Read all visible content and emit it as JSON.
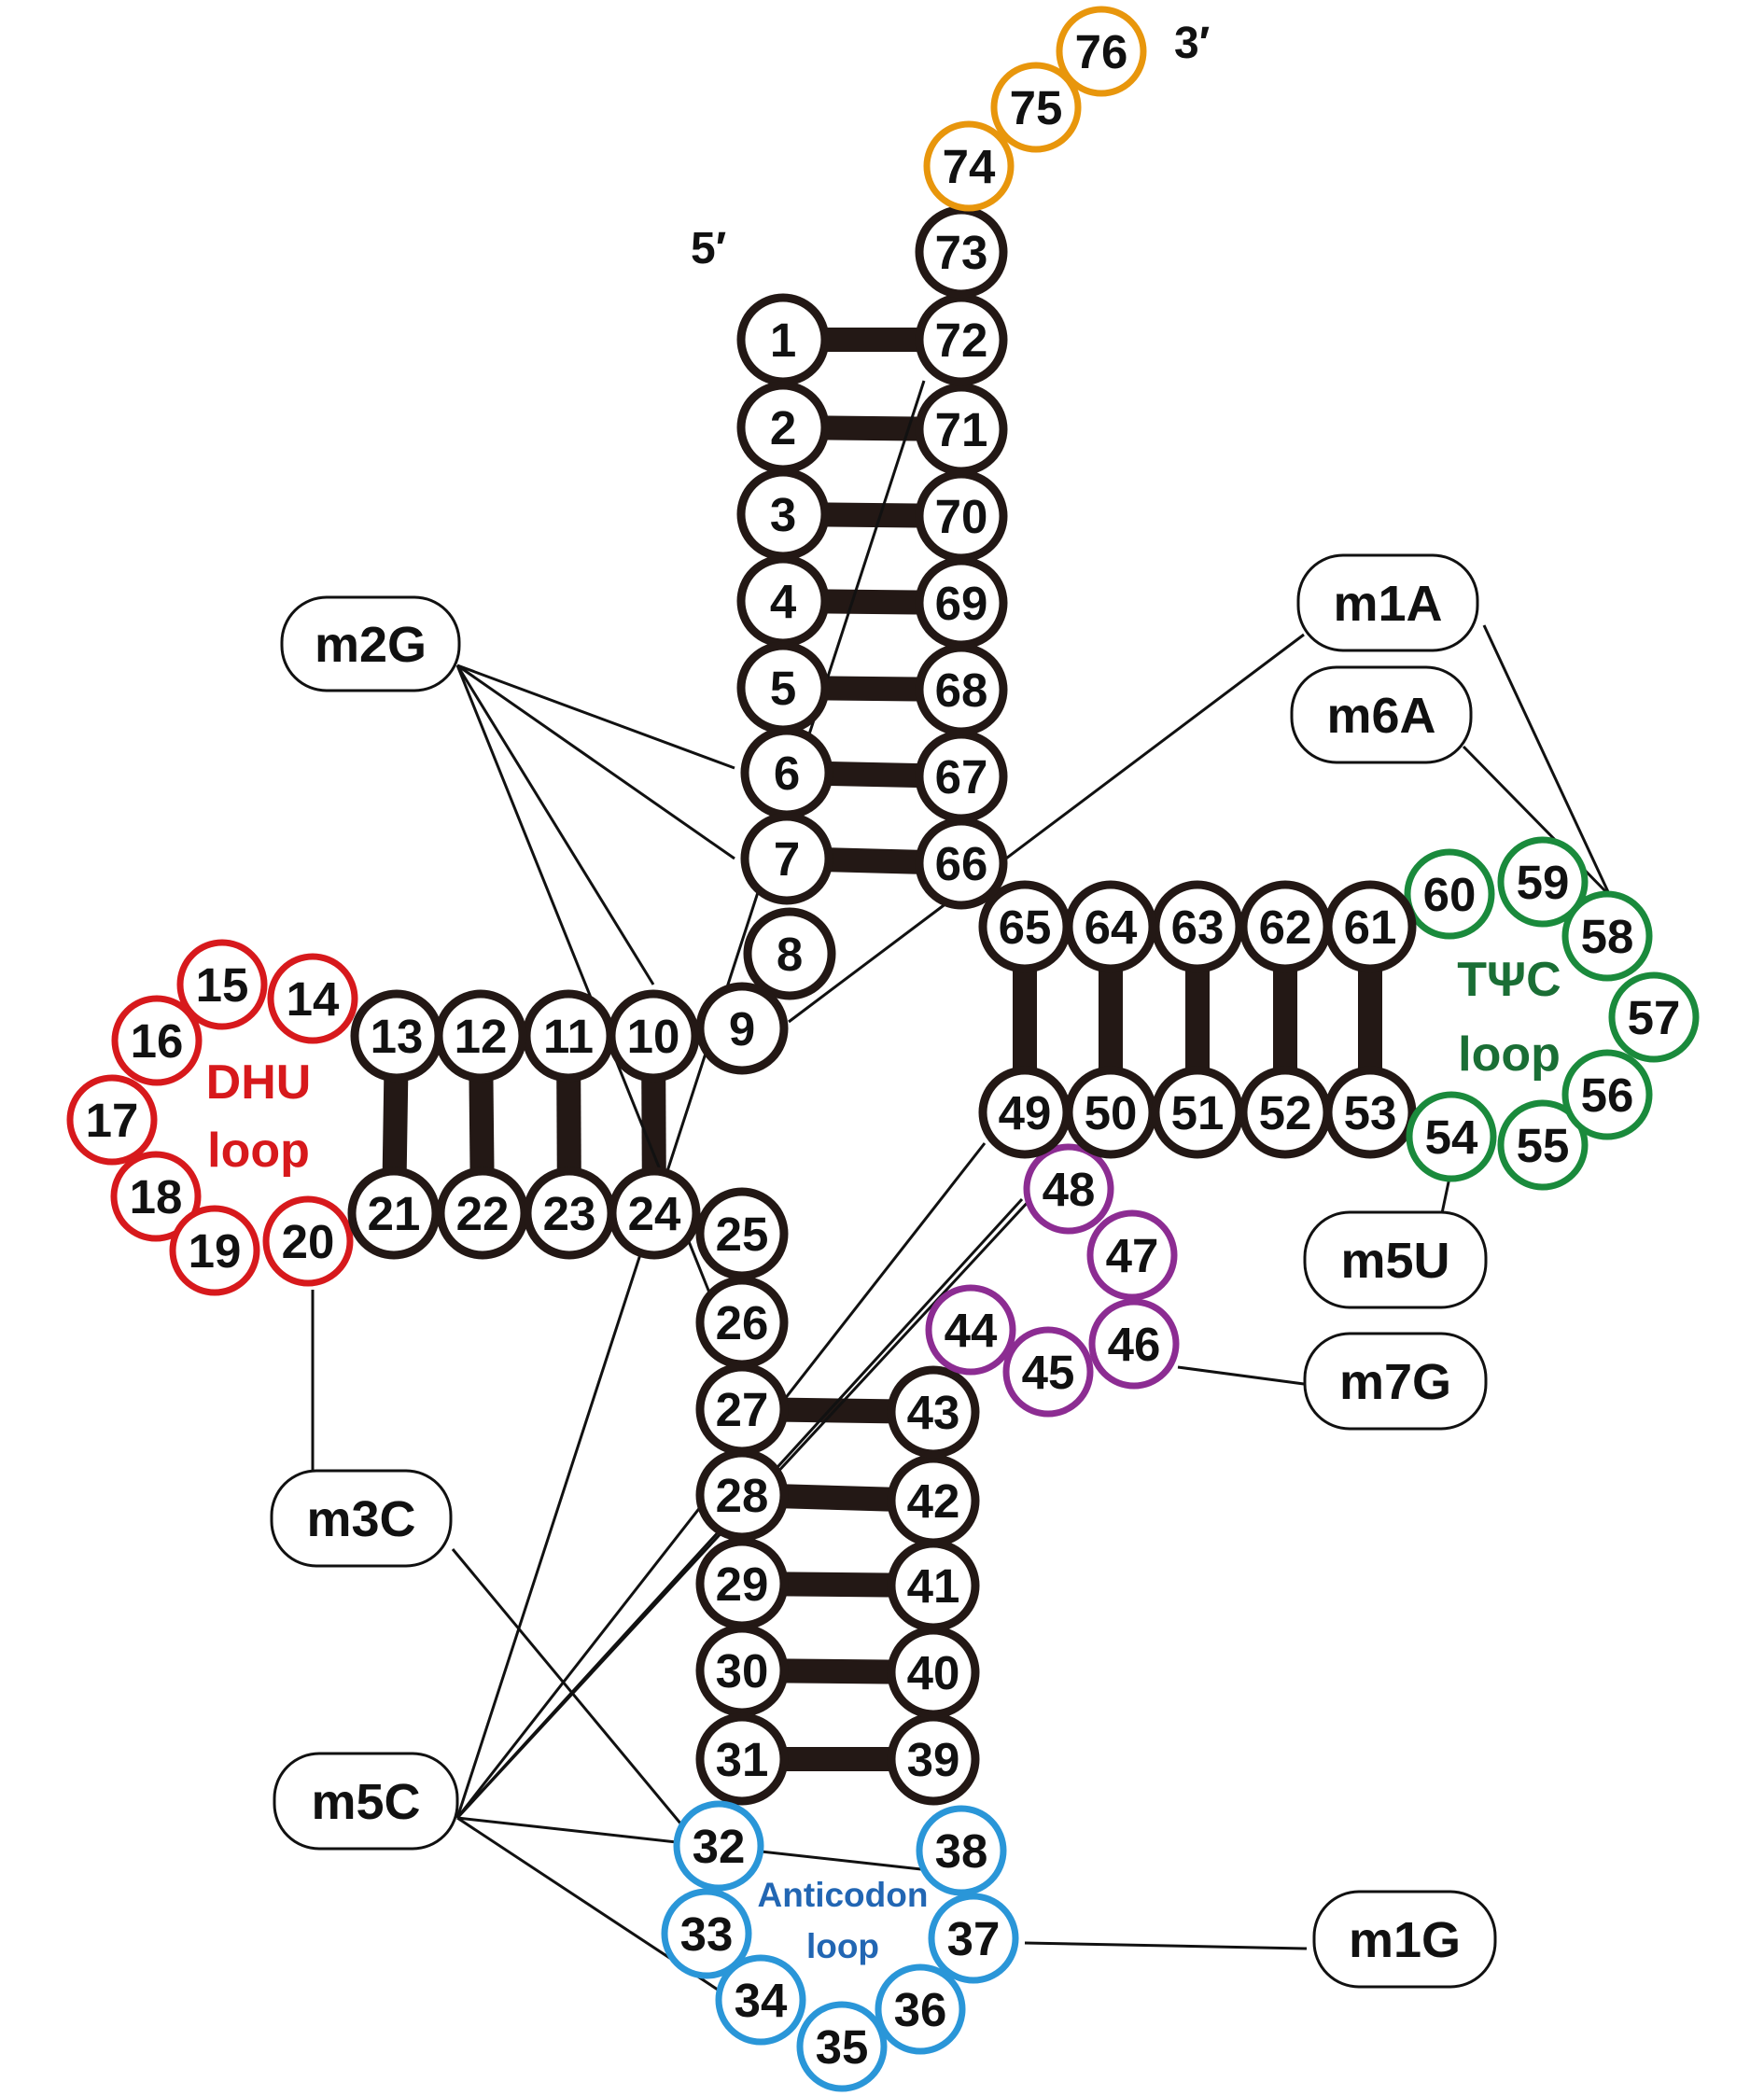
{
  "ends": {
    "five_prime": "5′",
    "three_prime": "3′"
  },
  "regions": {
    "dhu": {
      "line1": "DHU",
      "line2": "loop",
      "color": "#d7191c"
    },
    "tpsic": {
      "line1": "TΨC",
      "line2": "loop",
      "color": "#1a8a3c"
    },
    "anticodon": {
      "line1": "Anticodon",
      "line2": "loop",
      "color": "#2a96d8"
    },
    "variable": {
      "color": "#8c2c92"
    },
    "cca": {
      "color": "#e8960c"
    },
    "stem": {
      "color": "#231815"
    }
  },
  "nucleotides": [
    "1",
    "2",
    "3",
    "4",
    "5",
    "6",
    "7",
    "8",
    "9",
    "10",
    "11",
    "12",
    "13",
    "14",
    "15",
    "16",
    "17",
    "18",
    "19",
    "20",
    "21",
    "22",
    "23",
    "24",
    "25",
    "26",
    "27",
    "28",
    "29",
    "30",
    "31",
    "32",
    "33",
    "34",
    "35",
    "36",
    "37",
    "38",
    "39",
    "40",
    "41",
    "42",
    "43",
    "44",
    "45",
    "46",
    "47",
    "48",
    "49",
    "50",
    "51",
    "52",
    "53",
    "54",
    "55",
    "56",
    "57",
    "58",
    "59",
    "60",
    "61",
    "62",
    "63",
    "64",
    "65",
    "66",
    "67",
    "68",
    "69",
    "70",
    "71",
    "72",
    "73",
    "74",
    "75",
    "76"
  ],
  "modifications": {
    "m2G": {
      "label": "m2G",
      "targets": [
        6,
        7,
        10,
        26
      ]
    },
    "m1A": {
      "label": "m1A",
      "targets": [
        9,
        58
      ]
    },
    "m6A": {
      "label": "m6A",
      "targets": [
        58
      ]
    },
    "m3C": {
      "label": "m3C",
      "targets": [
        20,
        32
      ]
    },
    "m5C": {
      "label": "m5C",
      "targets": [
        72,
        49,
        48,
        50,
        38,
        34
      ]
    },
    "m5U": {
      "label": "m5U",
      "targets": [
        54
      ]
    },
    "m7G": {
      "label": "m7G",
      "targets": [
        46
      ]
    },
    "m1G": {
      "label": "m1G",
      "targets": [
        37
      ]
    }
  }
}
